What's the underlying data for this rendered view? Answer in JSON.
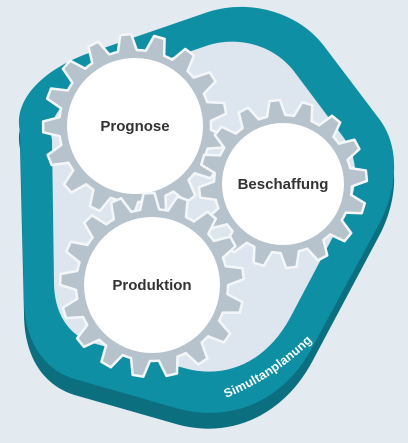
{
  "gears": [
    {
      "id": "prognose",
      "label": "Prognose"
    },
    {
      "id": "beschaffung",
      "label": "Beschaffung"
    },
    {
      "id": "produktion",
      "label": "Produktion"
    }
  ],
  "frame": {
    "label": "Simultanplanung"
  },
  "colors": {
    "background": "#e3ebf1",
    "frame_outer": "#0f8fa4",
    "frame_side": "#0b6f80",
    "frame_inner": "#dde6ee",
    "gear_fill": "#b7c3cc",
    "gear_stroke": "#f4f7f9",
    "hub_fill": "#ffffff",
    "label_text": "#333333",
    "frame_text": "#ffffff"
  },
  "icons": {
    "gear": "gear-icon"
  }
}
